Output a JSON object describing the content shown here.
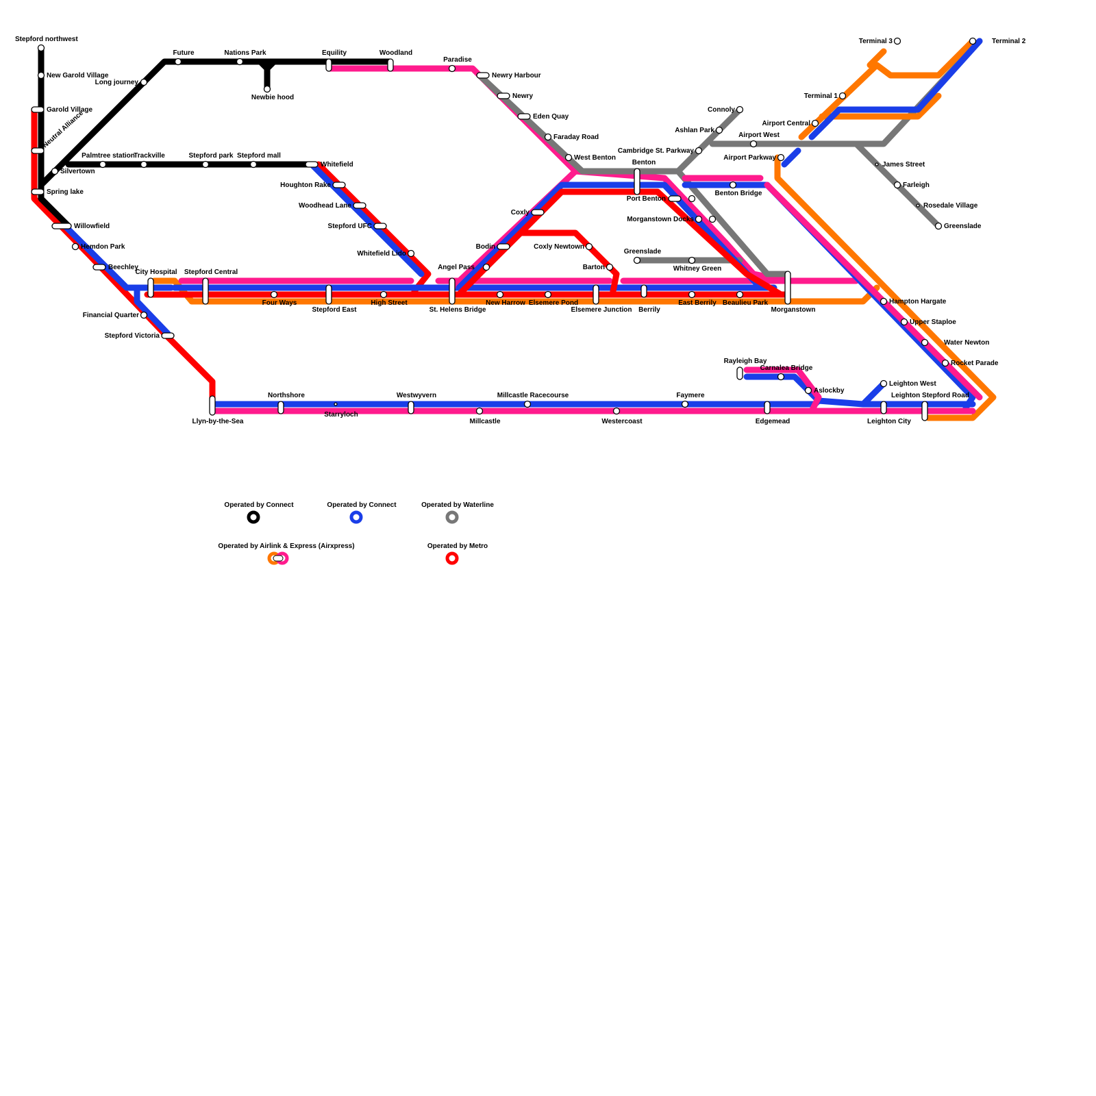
{
  "lines": {
    "connect_black": {
      "name": "Operated by Connect",
      "color": "#000000"
    },
    "connect_blue": {
      "name": "Operated by Connect",
      "color": "#1a3ee8"
    },
    "waterline": {
      "name": "Operated by Waterline",
      "color": "#777777"
    },
    "airxpress": {
      "name": "Operated by Airlink & Express (Airxpress)",
      "colors": [
        "#ff7700",
        "#ff1b8d"
      ]
    },
    "metro": {
      "name": "Operated by Metro",
      "color": "#ff0000"
    }
  },
  "colors": {
    "black": "#000000",
    "blue": "#1a3ee8",
    "grey": "#777777",
    "orange": "#ff7700",
    "pink": "#ff1b8d",
    "red": "#ff0000"
  },
  "stations": {
    "stepford_northwest": "Stepford northwest",
    "new_garold_village": "New Garold Village",
    "garold_village": "Garold Village",
    "neutral_alliance": "Neutral Alliance",
    "silvertown": "Silvertown",
    "spring_lake": "Spring lake",
    "willowfield": "Willowfield",
    "hemdon_park": "Hemdon Park",
    "beechley": "Beechley",
    "financial_quarter": "Financial Quarter",
    "stepford_victoria": "Stepford Victoria",
    "llyn_by_the_sea": "Llyn-by-the-Sea",
    "long_journey": "Long journey",
    "future": "Future",
    "nations_park": "Nations Park",
    "newbie_hood": "Newbie hood",
    "equility": "Equility",
    "woodland": "Woodland",
    "paradise": "Paradise",
    "newry_harbour": "Newry Harbour",
    "newry": "Newry",
    "eden_quay": "Eden Quay",
    "faraday_road": "Faraday Road",
    "west_benton": "West Benton",
    "benton": "Benton",
    "port_benton": "Port Benton",
    "benton_bridge": "Benton Bridge",
    "morganstown_docks": "Morganstown Docks",
    "palmtree_station": "Palmtree station",
    "trackville": "Trackville",
    "stepford_park": "Stepford park",
    "stepford_mall": "Stepford mall",
    "whitefield": "Whitefield",
    "houghton_rake": "Houghton Rake",
    "woodhead_lane": "Woodhead Lane",
    "stepford_ufc": "Stepford UFC",
    "whitefield_lido": "Whitefield Lido",
    "city_hospital": "City Hospital",
    "stepford_central": "Stepford Central",
    "four_ways": "Four Ways",
    "stepford_east": "Stepford East",
    "high_street": "High Street",
    "st_helens_bridge": "St. Helens Bridge",
    "angel_pass": "Angel Pass",
    "bodin": "Bodin",
    "coxly": "Coxly",
    "coxly_newtown": "Coxly Newtown",
    "barton": "Barton",
    "new_harrow": "New Harrow",
    "elsemere_pond": "Elsemere Pond",
    "elsemere_junction": "Elsemere Junction",
    "berrily": "Berrily",
    "east_berrily": "East Berrily",
    "beaulieu_park": "Beaulieu Park",
    "morganstown": "Morganstown",
    "greenslade_w": "Greenslade",
    "whitney_green": "Whitney Green",
    "connoly": "Connoly",
    "ashlan_park": "Ashlan Park",
    "cambridge_st_parkway": "Cambridge St. Parkway",
    "airport_west": "Airport West",
    "airport_parkway": "Airport Parkway",
    "airport_central": "Airport Central",
    "terminal_1": "Terminal 1",
    "terminal_3": "Terminal 3",
    "terminal_2": "Terminal 2",
    "james_street": "James Street",
    "farleigh": "Farleigh",
    "rosedale_village": "Rosedale Village",
    "greenslade_e": "Greenslade",
    "hampton_hargate": "Hampton Hargate",
    "upper_staploe": "Upper Staploe",
    "water_newton": "Water Newton",
    "rocket_parade": "Rocket Parade",
    "leighton_stepford_road": "Leighton Stepford Road",
    "leighton_west": "Leighton West",
    "leighton_city": "Leighton City",
    "rayleigh_bay": "Rayleigh Bay",
    "carnalea_bridge": "Carnalea Bridge",
    "aslockby": "Aslockby",
    "edgemead": "Edgemead",
    "faymere": "Faymere",
    "westercoast": "Westercoast",
    "millcastle_racecourse": "Millcastle Racecourse",
    "millcastle": "Millcastle",
    "westwyvern": "Westwyvern",
    "starryloch": "Starryloch",
    "northshore": "Northshore"
  },
  "legend": {
    "connect_black": "Operated by Connect",
    "connect_blue": "Operated by Connect",
    "waterline": "Operated by Waterline",
    "airxpress": "Operated by Airlink & Express (Airxpress)",
    "metro": "Operated by Metro"
  }
}
